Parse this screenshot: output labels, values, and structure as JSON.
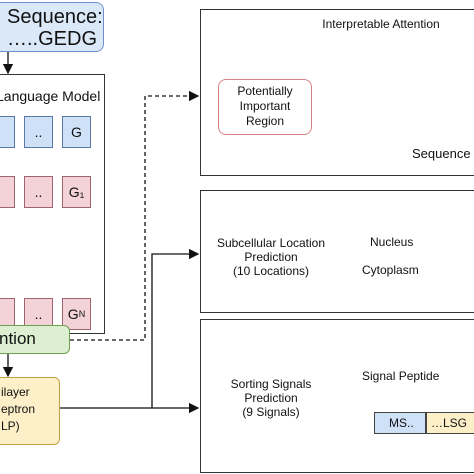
{
  "input": {
    "line1": "Sequence:",
    "line2": "…..GEDG"
  },
  "language_model": {
    "title": "Language Model",
    "rows": [
      {
        "tokens": [
          "",
          "..",
          "G"
        ],
        "style": "blue"
      },
      {
        "tokens": [
          "",
          "..",
          "G₁"
        ],
        "style": "pink"
      },
      {
        "tokens": [
          "",
          "..",
          "G_N"
        ],
        "style": "pink"
      }
    ]
  },
  "attention": {
    "label": "ntion"
  },
  "mlp": {
    "line1": "ilayer",
    "line2": "eptron",
    "line3": "LP)"
  },
  "panels": {
    "interpretable": {
      "title": "Interpretable Attention",
      "region_label": [
        "Potentially",
        "Important",
        "Region"
      ],
      "axis_label": "Sequence"
    },
    "subcellular": {
      "label": [
        "Subcellular Location",
        "Prediction",
        "(10 Locations)"
      ],
      "nucleus": "Nucleus",
      "cytoplasm": "Cytoplasm"
    },
    "sorting": {
      "label": [
        "Sorting Signals",
        "Prediction",
        "(9 Signals)"
      ],
      "signal_peptide": "Signal Peptide",
      "ms_box": "MS..",
      "lsg_box": "…LSG"
    }
  },
  "colors": {
    "input_fill": "#dbe8f8",
    "token_blue": "#cfe1f6",
    "token_pink": "#f3d3d8",
    "attention_fill": "#dcefd0",
    "mlp_fill": "#fdf0c8",
    "cell_fill": "#f2eea0",
    "cell_border": "#e6b830",
    "nucleus_fill": "#1f6f6a",
    "highlight_red": "#d98080"
  }
}
